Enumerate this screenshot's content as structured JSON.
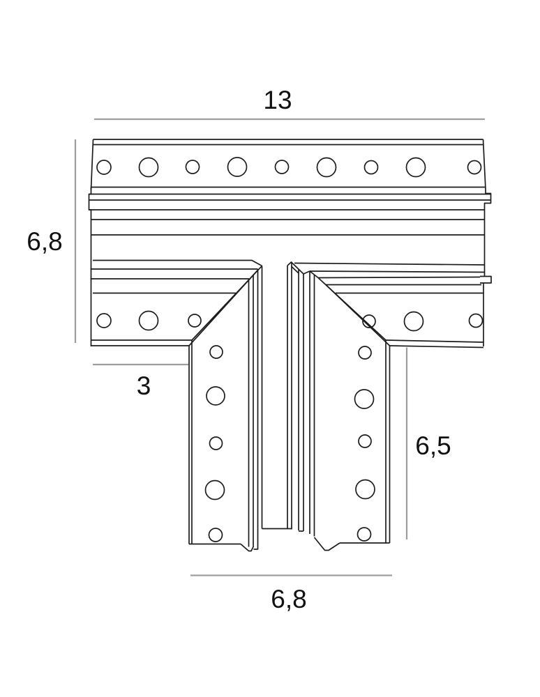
{
  "figure": {
    "type": "technical-line-drawing",
    "subject": "T-shaped profile connector, plan view with rows of alternating small and large drilled holes",
    "background": "#ffffff"
  },
  "colors": {
    "outline": "#1c1c1c",
    "dimension_line": "#9d9d9d",
    "label_text": "#111111"
  },
  "dimensions": {
    "top_width": {
      "label": "13"
    },
    "left_height": {
      "label": "6,8"
    },
    "left_branch": {
      "label": "3"
    },
    "right_height": {
      "label": "6,5"
    },
    "bottom_width": {
      "label": "6,8"
    }
  },
  "holes": {
    "top_rail_count": 9,
    "left_corner_row_count": 3,
    "right_corner_row_count": 3,
    "left_leg_count": 5,
    "right_leg_count": 5,
    "pattern": "alternating small / large"
  }
}
